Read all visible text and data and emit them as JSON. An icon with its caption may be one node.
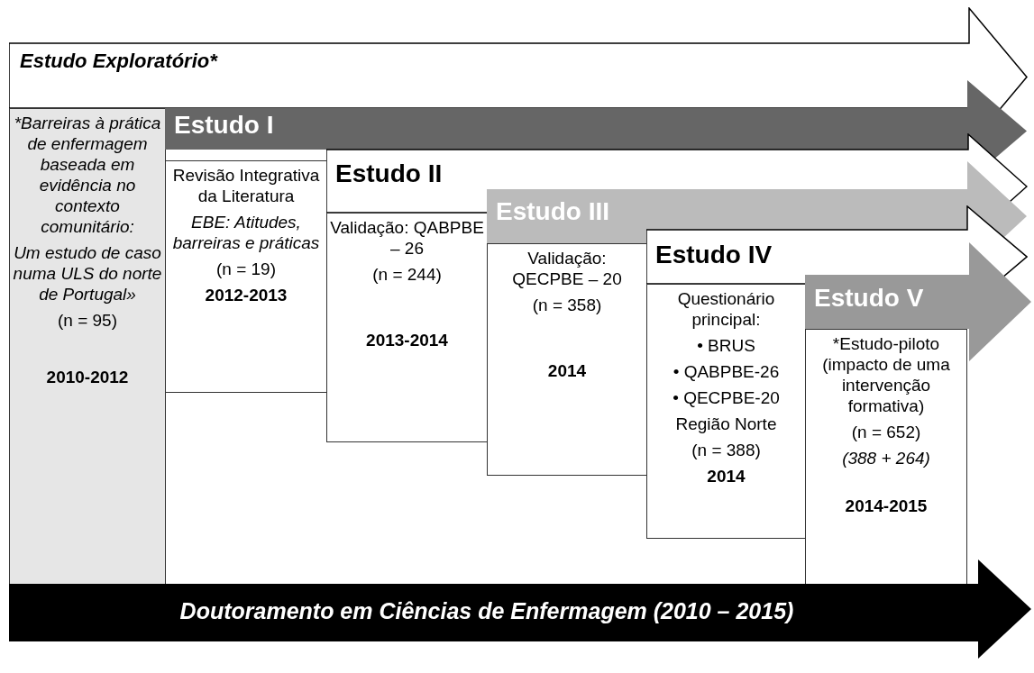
{
  "diagram": {
    "nodes": [
      {
        "text": [
          "Estudo Exploratório*"
        ]
      },
      {
        "text": [
          "*Barreiras à prática de enfermagem baseada em evidência no contexto comunitário:",
          "Um estudo de caso numa ULS do norte de Portugal»",
          "(n = 95)",
          "2010-2012"
        ]
      },
      {
        "text": [
          "Estudo I"
        ]
      },
      {
        "text": [
          "Revisão Integrativa da Literatura",
          "EBE: Atitudes, barreiras e práticas",
          "(n = 19)",
          "2012-2013"
        ]
      },
      {
        "text": [
          "Estudo II"
        ]
      },
      {
        "text": [
          "Validação: QABPBE – 26",
          "(n = 244)",
          "2013-2014"
        ]
      },
      {
        "text": [
          "Estudo III"
        ]
      },
      {
        "text": [
          "Validação: QECPBE – 20",
          "(n = 358)",
          "2014"
        ]
      },
      {
        "text": [
          "Estudo IV"
        ]
      },
      {
        "text": [
          "Questionário principal:",
          "• BRUS",
          "• QABPBE-26",
          "• QECPBE-20",
          "Região Norte",
          "(n = 388)",
          "2014"
        ]
      },
      {
        "text": [
          "Estudo V"
        ]
      },
      {
        "text": [
          "*Estudo-piloto (impacto de uma intervenção formativa)",
          "(n = 652)",
          "(388 + 264)",
          "2014-2015"
        ]
      },
      {
        "text": [
          "Doutoramento em Ciências de Enfermagem (2010 – 2015)"
        ]
      }
    ]
  }
}
